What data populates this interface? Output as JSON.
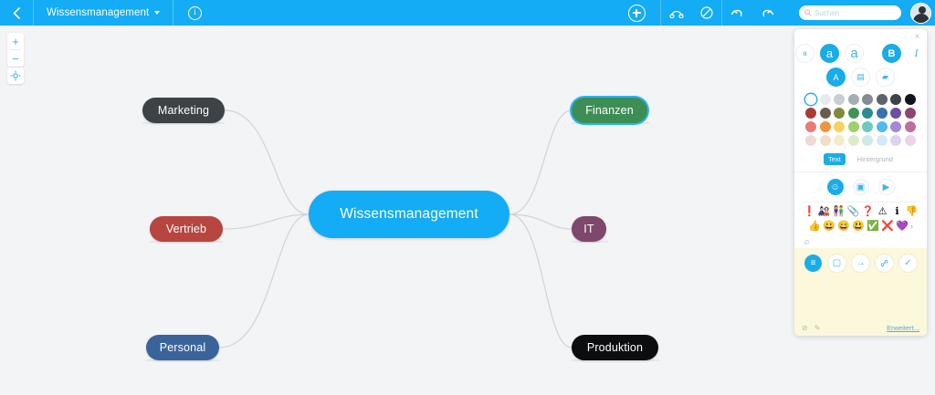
{
  "topbar": {
    "back_icon": "chevron-left-icon",
    "doc_title": "Wissensmanagement",
    "info_icon": "i",
    "add_icon": "plus-icon",
    "relation_icon": "relationship-icon",
    "boundary_icon": "forbidden-icon",
    "undo_icon": "↶",
    "redo_icon": "↷",
    "search": {
      "placeholder": "Suchen",
      "value": "",
      "icon": "search-icon"
    },
    "avatar_label": "user-avatar",
    "bg_color": "#13ACF5"
  },
  "toolrail": {
    "zoom_in": "+",
    "zoom_out": "−",
    "center_icon": "◈"
  },
  "mindmap": {
    "root": {
      "label": "Wissensmanagement",
      "color": "#13ACF5"
    },
    "branches": [
      {
        "label": "Marketing",
        "color": "#3d4246",
        "selected": false
      },
      {
        "label": "Finanzen",
        "color": "#3d8e55",
        "selected": true
      },
      {
        "label": "Vertrieb",
        "color": "#b6463f",
        "selected": false
      },
      {
        "label": "IT",
        "color": "#7d486b",
        "selected": false
      },
      {
        "label": "Personal",
        "color": "#3a6399",
        "selected": false
      },
      {
        "label": "Produktion",
        "color": "#0c0d0e",
        "selected": false
      }
    ]
  },
  "format_panel": {
    "close_label": "×",
    "text_size_row": [
      {
        "name": "font-size-small",
        "label": "a",
        "selected": false
      },
      {
        "name": "font-size-medium",
        "label": "a",
        "selected": true
      },
      {
        "name": "font-size-large",
        "label": "a",
        "selected": false
      },
      {
        "name": "bold",
        "label": "B",
        "selected": true
      },
      {
        "name": "italic",
        "label": "I",
        "selected": false
      }
    ],
    "style_row": [
      {
        "name": "font-color-icon",
        "label": "A",
        "selected": true
      },
      {
        "name": "node-shape-icon",
        "label": "▤",
        "selected": false
      },
      {
        "name": "highlighter-icon",
        "label": "▰",
        "selected": false
      }
    ],
    "swatches_row1": [
      "#ffffff",
      "#e7eaec",
      "#c8ced2",
      "#a7aeb3",
      "#858d93",
      "#5c6469",
      "#3d4347",
      "#111418"
    ],
    "swatches_row2": [
      "#a93a35",
      "#6b5b4a",
      "#7f8a3e",
      "#3f9455",
      "#2c8b91",
      "#3c6fae",
      "#6b4fa0",
      "#8e4470"
    ],
    "swatches_row3": [
      "#e87b74",
      "#f0943f",
      "#f7d15f",
      "#9fd06a",
      "#6fc8c0",
      "#4fb9f0",
      "#a387d8",
      "#c06f9c"
    ],
    "swatches_row4": [
      "#efd9d4",
      "#eedfca",
      "#f3ecc8",
      "#dcecc8",
      "#cdeae6",
      "#d4e9f8",
      "#dcd3ef",
      "#eed4e2"
    ],
    "selected_swatch_index": 0,
    "target_toggle": [
      {
        "name": "text-toggle",
        "label": "Text",
        "selected": true
      },
      {
        "name": "background-toggle",
        "label": "Hintergrund",
        "selected": false
      }
    ],
    "media_row": [
      {
        "name": "emoji-icon",
        "label": "☺",
        "selected": true
      },
      {
        "name": "image-icon",
        "label": "▣",
        "selected": false
      },
      {
        "name": "video-icon",
        "label": "▶",
        "selected": false
      }
    ],
    "emoji_row1": [
      "❗",
      "🎎",
      "👫",
      "📎",
      "❓",
      "⚠",
      "ℹ",
      "👎"
    ],
    "emoji_row2": [
      "👍",
      "😀",
      "😄",
      "😃",
      "✅",
      "❌",
      "💜"
    ],
    "emoji_more": "›",
    "note_tabs": [
      {
        "name": "note-text-icon",
        "label": "≡",
        "selected": true
      },
      {
        "name": "note-comment-icon",
        "label": "▢",
        "selected": false
      },
      {
        "name": "note-arrow-icon",
        "label": "→",
        "selected": false
      },
      {
        "name": "note-link-icon",
        "label": "🔗",
        "selected": false
      },
      {
        "name": "note-check-icon",
        "label": "✓",
        "selected": false
      }
    ],
    "note_value": "",
    "note_footer_icons": [
      "⊘",
      "✎"
    ],
    "advanced_link": "Erweitert..."
  }
}
